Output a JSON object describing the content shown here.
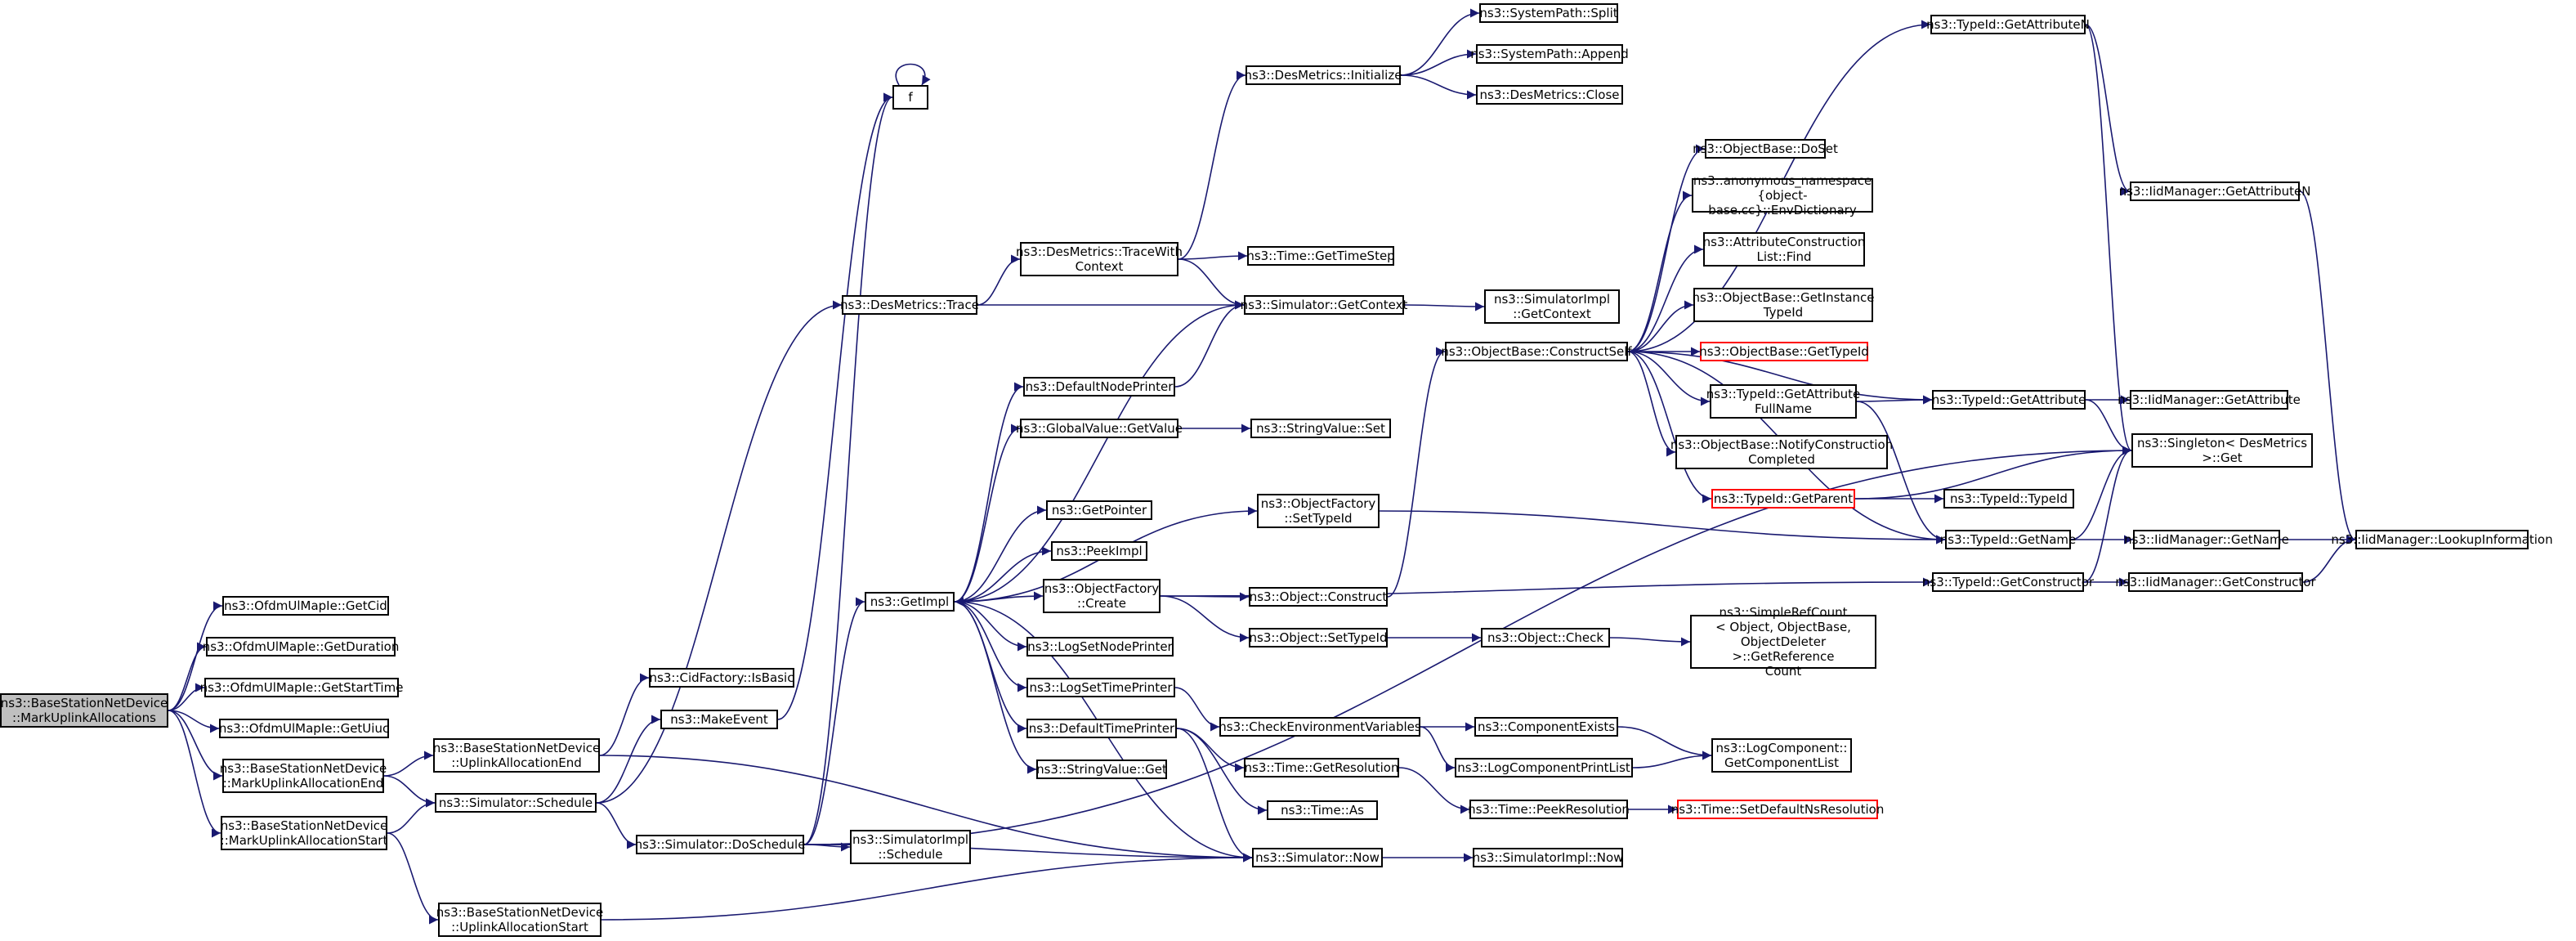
{
  "nodes": {
    "n_root": {
      "label": "ns3::BaseStationNetDevice\n::MarkUplinkAllocations",
      "kind": "root"
    },
    "n_getcid": {
      "label": "ns3::OfdmUlMapIe::GetCid"
    },
    "n_getduration": {
      "label": "ns3::OfdmUlMapIe::GetDuration"
    },
    "n_getstarttime": {
      "label": "ns3::OfdmUlMapIe::GetStartTime"
    },
    "n_getuiuc": {
      "label": "ns3::OfdmUlMapIe::GetUiuc"
    },
    "n_markend": {
      "label": "ns3::BaseStationNetDevice\n::MarkUplinkAllocationEnd"
    },
    "n_markstart": {
      "label": "ns3::BaseStationNetDevice\n::MarkUplinkAllocationStart"
    },
    "n_cidbasic": {
      "label": "ns3::CidFactory::IsBasic"
    },
    "n_makeevent": {
      "label": "ns3::MakeEvent"
    },
    "n_uplend": {
      "label": "ns3::BaseStationNetDevice\n::UplinkAllocationEnd"
    },
    "n_schedule": {
      "label": "ns3::Simulator::Schedule"
    },
    "n_doschedule": {
      "label": "ns3::Simulator::DoSchedule"
    },
    "n_uplstart": {
      "label": "ns3::BaseStationNetDevice\n::UplinkAllocationStart"
    },
    "n_f": {
      "label": "f"
    },
    "n_destrace": {
      "label": "ns3::DesMetrics::Trace"
    },
    "n_getimpl": {
      "label": "ns3::GetImpl"
    },
    "n_tracewith": {
      "label": "ns3::DesMetrics::TraceWith\nContext"
    },
    "n_initialize": {
      "label": "ns3::DesMetrics::Initialize"
    },
    "n_split": {
      "label": "ns3::SystemPath::Split"
    },
    "n_append": {
      "label": "ns3::SystemPath::Append"
    },
    "n_close": {
      "label": "ns3::DesMetrics::Close"
    },
    "n_gettimestep": {
      "label": "ns3::Time::GetTimeStep"
    },
    "n_getcontext": {
      "label": "ns3::Simulator::GetContext"
    },
    "n_implgetcontext": {
      "label": "ns3::SimulatorImpl\n::GetContext"
    },
    "n_defnodeprinter": {
      "label": "ns3::DefaultNodePrinter"
    },
    "n_gvgetvalue": {
      "label": "ns3::GlobalValue::GetValue"
    },
    "n_svset": {
      "label": "ns3::StringValue::Set"
    },
    "n_ofsettypeid": {
      "label": "ns3::ObjectFactory\n::SetTypeId"
    },
    "n_getpointer": {
      "label": "ns3::GetPointer"
    },
    "n_peekimpl": {
      "label": "ns3::PeekImpl"
    },
    "n_ofcreate": {
      "label": "ns3::ObjectFactory\n::Create"
    },
    "n_objconstruct": {
      "label": "ns3::Object::Construct"
    },
    "n_objsettypeid": {
      "label": "ns3::Object::SetTypeId"
    },
    "n_objcheck": {
      "label": "ns3::Object::Check"
    },
    "n_refcount": {
      "label": "ns3::SimpleRefCount\n< Object, ObjectBase,\n ObjectDeleter >::GetReference\nCount"
    },
    "n_logsetnode": {
      "label": "ns3::LogSetNodePrinter"
    },
    "n_logsettime": {
      "label": "ns3::LogSetTimePrinter"
    },
    "n_defaulttime": {
      "label": "ns3::DefaultTimePrinter"
    },
    "n_svget": {
      "label": "ns3::StringValue::Get"
    },
    "n_checkenv": {
      "label": "ns3::CheckEnvironmentVariables"
    },
    "n_compexists": {
      "label": "ns3::ComponentExists"
    },
    "n_logcomplist": {
      "label": "ns3::LogComponentPrintList"
    },
    "n_getcomplist": {
      "label": "ns3::LogComponent::\nGetComponentList"
    },
    "n_getres": {
      "label": "ns3::Time::GetResolution"
    },
    "n_peekres": {
      "label": "ns3::Time::PeekResolution"
    },
    "n_setdefres": {
      "label": "ns3::Time::SetDefaultNsResolution",
      "kind": "missing"
    },
    "n_timeas": {
      "label": "ns3::Time::As"
    },
    "n_now": {
      "label": "ns3::Simulator::Now"
    },
    "n_implnow": {
      "label": "ns3::SimulatorImpl::Now"
    },
    "n_implschedule": {
      "label": "ns3::SimulatorImpl\n::Schedule"
    },
    "n_constructself": {
      "label": "ns3::ObjectBase::ConstructSelf"
    },
    "n_doset": {
      "label": "ns3::ObjectBase::DoSet"
    },
    "n_envdict": {
      "label": "ns3::anonymous_namespace\n{object-base.cc}::EnvDictionary"
    },
    "n_attrfind": {
      "label": "ns3::AttributeConstruction\nList::Find"
    },
    "n_getinstancetid": {
      "label": "ns3::ObjectBase::GetInstance\nTypeId"
    },
    "n_obgettypeid": {
      "label": "ns3::ObjectBase::GetTypeId",
      "kind": "missing"
    },
    "n_attrfullname": {
      "label": "ns3::TypeId::GetAttribute\nFullName"
    },
    "n_notifycc": {
      "label": "ns3::ObjectBase::NotifyConstruction\nCompleted"
    },
    "n_getparent": {
      "label": "ns3::TypeId::GetParent",
      "kind": "missing"
    },
    "n_getattribute": {
      "label": "ns3::TypeId::GetAttribute"
    },
    "n_typeidtypeid": {
      "label": "ns3::TypeId::TypeId"
    },
    "n_getname": {
      "label": "ns3::TypeId::GetName"
    },
    "n_getconstructor": {
      "label": "ns3::TypeId::GetConstructor"
    },
    "n_getattributen": {
      "label": "ns3::TypeId::GetAttributeN"
    },
    "n_iidgetattrn": {
      "label": "ns3::IidManager::GetAttributeN"
    },
    "n_iidgetattr": {
      "label": "ns3::IidManager::GetAttribute"
    },
    "n_singleton": {
      "label": "ns3::Singleton< DesMetrics\n >::Get"
    },
    "n_iidgetname": {
      "label": "ns3::IidManager::GetName"
    },
    "n_iidgetctor": {
      "label": "ns3::IidManager::GetConstructor"
    },
    "n_lookupinfo": {
      "label": "ns3::IidManager::LookupInformation"
    }
  },
  "edges": [
    [
      "n_root",
      "n_getcid"
    ],
    [
      "n_root",
      "n_getduration"
    ],
    [
      "n_root",
      "n_getstarttime"
    ],
    [
      "n_root",
      "n_getuiuc"
    ],
    [
      "n_root",
      "n_markend"
    ],
    [
      "n_root",
      "n_markstart"
    ],
    [
      "n_markend",
      "n_uplend"
    ],
    [
      "n_markend",
      "n_schedule"
    ],
    [
      "n_markstart",
      "n_schedule"
    ],
    [
      "n_markstart",
      "n_uplstart"
    ],
    [
      "n_uplend",
      "n_cidbasic"
    ],
    [
      "n_uplend",
      "n_now"
    ],
    [
      "n_uplstart",
      "n_now"
    ],
    [
      "n_schedule",
      "n_makeevent"
    ],
    [
      "n_schedule",
      "n_doschedule"
    ],
    [
      "n_schedule",
      "n_destrace"
    ],
    [
      "n_makeevent",
      "n_f"
    ],
    [
      "n_f",
      "n_f"
    ],
    [
      "n_doschedule",
      "n_f"
    ],
    [
      "n_doschedule",
      "n_getimpl"
    ],
    [
      "n_doschedule",
      "n_implschedule"
    ],
    [
      "n_doschedule",
      "n_now"
    ],
    [
      "n_doschedule",
      "n_singleton"
    ],
    [
      "n_destrace",
      "n_tracewith"
    ],
    [
      "n_destrace",
      "n_getcontext"
    ],
    [
      "n_tracewith",
      "n_initialize"
    ],
    [
      "n_tracewith",
      "n_gettimestep"
    ],
    [
      "n_tracewith",
      "n_getcontext"
    ],
    [
      "n_initialize",
      "n_split"
    ],
    [
      "n_initialize",
      "n_append"
    ],
    [
      "n_initialize",
      "n_close"
    ],
    [
      "n_getcontext",
      "n_implgetcontext"
    ],
    [
      "n_getcontext",
      "n_getimpl"
    ],
    [
      "n_getimpl",
      "n_defnodeprinter"
    ],
    [
      "n_getimpl",
      "n_gvgetvalue"
    ],
    [
      "n_getimpl",
      "n_ofsettypeid"
    ],
    [
      "n_getimpl",
      "n_getpointer"
    ],
    [
      "n_getimpl",
      "n_peekimpl"
    ],
    [
      "n_getimpl",
      "n_ofcreate"
    ],
    [
      "n_getimpl",
      "n_logsetnode"
    ],
    [
      "n_getimpl",
      "n_logsettime"
    ],
    [
      "n_getimpl",
      "n_defaulttime"
    ],
    [
      "n_getimpl",
      "n_svget"
    ],
    [
      "n_getimpl",
      "n_now"
    ],
    [
      "n_defnodeprinter",
      "n_getcontext"
    ],
    [
      "n_gvgetvalue",
      "n_svset"
    ],
    [
      "n_ofsettypeid",
      "n_getname"
    ],
    [
      "n_ofcreate",
      "n_objconstruct"
    ],
    [
      "n_ofcreate",
      "n_objsettypeid"
    ],
    [
      "n_ofcreate",
      "n_getconstructor"
    ],
    [
      "n_objsettypeid",
      "n_objcheck"
    ],
    [
      "n_objcheck",
      "n_refcount"
    ],
    [
      "n_objconstruct",
      "n_constructself"
    ],
    [
      "n_logsettime",
      "n_checkenv"
    ],
    [
      "n_checkenv",
      "n_compexists"
    ],
    [
      "n_checkenv",
      "n_logcomplist"
    ],
    [
      "n_compexists",
      "n_getcomplist"
    ],
    [
      "n_logcomplist",
      "n_getcomplist"
    ],
    [
      "n_defaulttime",
      "n_getres"
    ],
    [
      "n_defaulttime",
      "n_timeas"
    ],
    [
      "n_defaulttime",
      "n_now"
    ],
    [
      "n_getres",
      "n_peekres"
    ],
    [
      "n_peekres",
      "n_setdefres"
    ],
    [
      "n_now",
      "n_implnow"
    ],
    [
      "n_constructself",
      "n_doset"
    ],
    [
      "n_constructself",
      "n_envdict"
    ],
    [
      "n_constructself",
      "n_attrfind"
    ],
    [
      "n_constructself",
      "n_getinstancetid"
    ],
    [
      "n_constructself",
      "n_obgettypeid"
    ],
    [
      "n_constructself",
      "n_attrfullname"
    ],
    [
      "n_constructself",
      "n_notifycc"
    ],
    [
      "n_constructself",
      "n_getparent"
    ],
    [
      "n_constructself",
      "n_getname"
    ],
    [
      "n_constructself",
      "n_getattribute"
    ],
    [
      "n_constructself",
      "n_getattributen"
    ],
    [
      "n_attrfullname",
      "n_getattribute"
    ],
    [
      "n_attrfullname",
      "n_getname"
    ],
    [
      "n_getattribute",
      "n_iidgetattr"
    ],
    [
      "n_getattribute",
      "n_singleton"
    ],
    [
      "n_getparent",
      "n_typeidtypeid"
    ],
    [
      "n_getparent",
      "n_singleton"
    ],
    [
      "n_getname",
      "n_iidgetname"
    ],
    [
      "n_getname",
      "n_singleton"
    ],
    [
      "n_getconstructor",
      "n_iidgetctor"
    ],
    [
      "n_getconstructor",
      "n_singleton"
    ],
    [
      "n_getattributen",
      "n_iidgetattrn"
    ],
    [
      "n_getattributen",
      "n_singleton"
    ],
    [
      "n_iidgetattrn",
      "n_lookupinfo"
    ],
    [
      "n_iidgetname",
      "n_lookupinfo"
    ],
    [
      "n_iidgetctor",
      "n_lookupinfo"
    ]
  ],
  "colors": {
    "edge": "#191970",
    "node_border": "#000000",
    "missing_border": "#ff0000",
    "root_fill": "#bfbfbf"
  }
}
